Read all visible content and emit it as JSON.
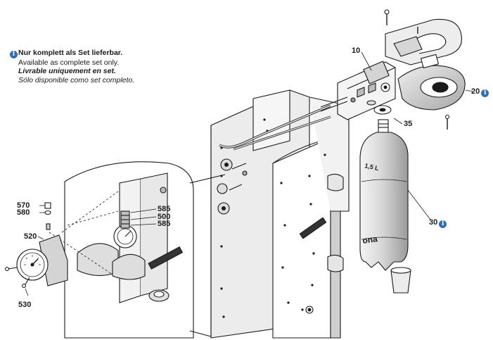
{
  "note": {
    "icon": "info-icon",
    "lines": [
      "Nur komplett als Set lieferbar.",
      "Available as complete set only.",
      "Livrable uniquement en set.",
      "Sólo disponible como set completo."
    ]
  },
  "callouts": {
    "c10": "10",
    "c20": "20",
    "c35": "35",
    "c30": "30",
    "c570": "570",
    "c580": "580",
    "c520": "520",
    "c530": "530",
    "c585a": "585",
    "c500": "500",
    "c585b": "585"
  },
  "bottle": {
    "volume_label": "1,5 L",
    "brand_fragment": "ona"
  },
  "colors": {
    "info_blue": "#2f6fb3",
    "line": "#1a1a1a",
    "shade": "#d9d9d9"
  }
}
